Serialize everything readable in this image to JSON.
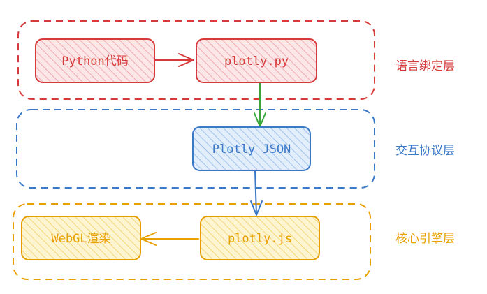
{
  "colors": {
    "red": "#d63a3a",
    "red_fill": "#f7d3d6",
    "blue": "#3a78c8",
    "blue_fill": "#cfe0f6",
    "orange": "#e8a000",
    "orange_fill": "#fbe9a8",
    "green": "#3aa53a"
  },
  "layers": [
    {
      "label": "语言绑定层"
    },
    {
      "label": "交互协议层"
    },
    {
      "label": "核心引擎层"
    }
  ],
  "nodes": {
    "python": {
      "label": "Python代码"
    },
    "plotlypy": {
      "label": "plotly.py"
    },
    "json": {
      "label": "Plotly JSON"
    },
    "plotlyjs": {
      "label": "plotly.js"
    },
    "webgl": {
      "label": "WebGL渲染"
    }
  }
}
